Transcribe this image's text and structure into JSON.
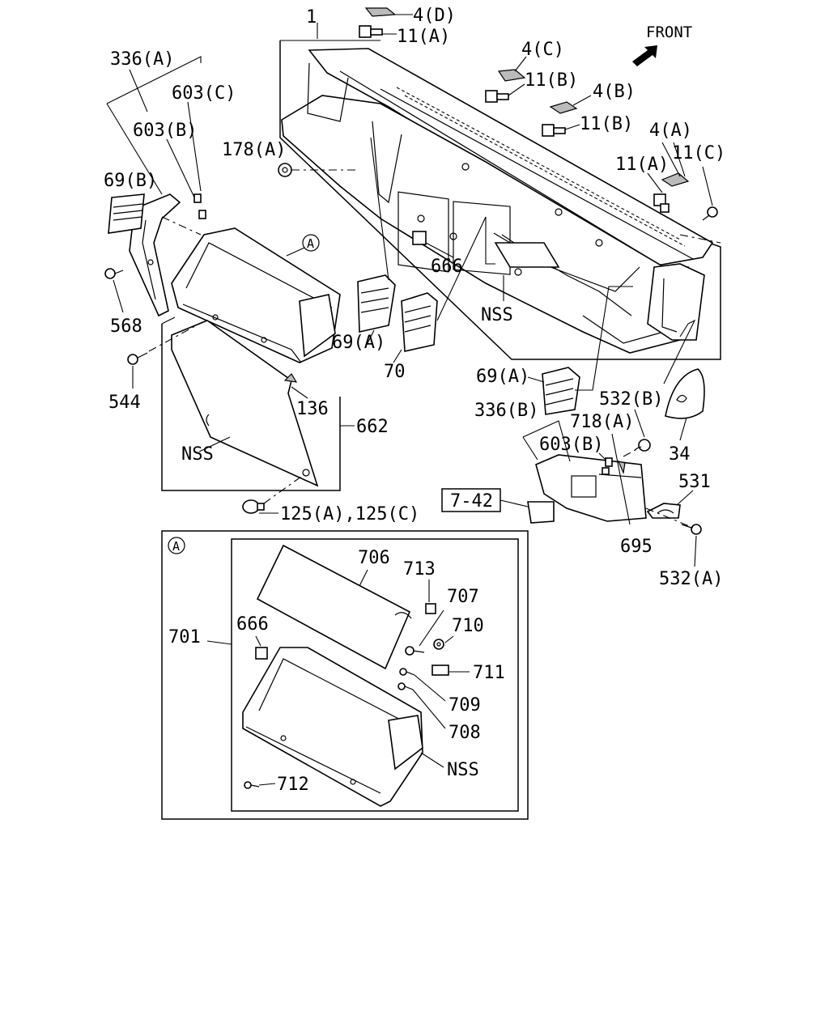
{
  "direction_label": "FRONT",
  "detail_marker": "A",
  "reference_box": "7-42",
  "labels": {
    "l_1": "1",
    "l_4d": "4(D)",
    "l_11a_top": "11(A)",
    "l_4c": "4(C)",
    "l_11b_1": "11(B)",
    "l_4b": "4(B)",
    "l_11b_2": "11(B)",
    "l_4a": "4(A)",
    "l_11c": "11(C)",
    "l_11a_right": "11(A)",
    "l_336a": "336(A)",
    "l_603c": "603(C)",
    "l_603b_left": "603(B)",
    "l_178a": "178(A)",
    "l_69b": "69(B)",
    "l_666_top": "666",
    "l_nss_dash": "NSS",
    "l_568": "568",
    "l_69a_left": "69(A)",
    "l_70": "70",
    "l_544": "544",
    "l_136": "136",
    "l_662": "662",
    "l_nss_panel": "NSS",
    "l_69a_right": "69(A)",
    "l_336b": "336(B)",
    "l_532b": "532(B)",
    "l_718a": "718(A)",
    "l_603b_right": "603(B)",
    "l_34": "34",
    "l_531": "531",
    "l_695": "695",
    "l_532a": "532(A)",
    "l_125": "125(A),125(C)",
    "l_706": "706",
    "l_713": "713",
    "l_707": "707",
    "l_710": "710",
    "l_701": "701",
    "l_666_detail": "666",
    "l_711": "711",
    "l_709": "709",
    "l_708": "708",
    "l_nss_detail": "NSS",
    "l_712": "712"
  }
}
